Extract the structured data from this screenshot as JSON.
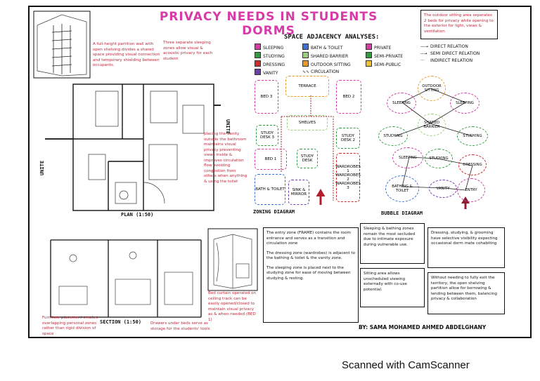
{
  "title": "PRIVACY NEEDS IN STUDENTS DORMS",
  "adjacency_heading": "SPACE ADJACENCY ANALYSES:",
  "legend_spaces": [
    {
      "label": "SLEEPING",
      "color": "#d63ba8"
    },
    {
      "label": "STUDYING",
      "color": "#2e9e3e"
    },
    {
      "label": "DRESSING",
      "color": "#d02a2a"
    },
    {
      "label": "VANITY",
      "color": "#6b3db0"
    },
    {
      "label": "BATH & TOILET",
      "color": "#3b6fd6"
    },
    {
      "label": "SHARED BARRIER",
      "color": "#9bd07a"
    },
    {
      "label": "OUTDOOR SITTING",
      "color": "#e89a24"
    },
    {
      "label": "CIRCULATION",
      "color": "#8a2a2a"
    }
  ],
  "legend_privacy": [
    {
      "label": "PRIVATE",
      "color": "#d63ba8"
    },
    {
      "label": "SEMI-PRIVATE",
      "color": "#2e9e3e"
    },
    {
      "label": "SEMI-PUBLIC",
      "color": "#f2c22b"
    }
  ],
  "legend_relations": [
    "DIRECT RELATION",
    "SEMI DIRECT RELATION",
    "INDIRECT RELATION"
  ],
  "notes": {
    "partition": "A full-height partition wall with open shelving divides a shared space providing visual connection and temporary shielding between occupants.",
    "sleeping_zones": "Three separate sleeping zones allow visual & acoustic privacy for each student",
    "outdoor": "The outdoor sitting area separates 2 beds for privacy while opening to the exterior for light, views & ventilation",
    "vanity": "placing the vanity outside the bathroom maintains visual privacy preventing views inside & improves circulation flow avoiding congestion from others when anything & using the toilet",
    "furniture": "Furniture placement creates overlapping personal zones rather than rigid division of space",
    "drawers": "Drawers under beds serve as storage for the students' tools",
    "curtain": "Bed curtain operated on ceiling track can be easily opened/closed to maintain visual privacy as & when needed (BED 1)",
    "entry": "The entry zone (FRAME) contains the room entrance and serves as a transition and circulation zone",
    "dressing": "The dressing zone (wardrobes) is adjacent to the bathing & toilet & the vanity zone.",
    "sleeping": "The sleeping zone is placed next to the studying zone for ease of moving between studying & resting.",
    "sleep_bath": "Sleeping & bathing zones remain the most secluded due to intimate exposure during vulnerable use.",
    "dressing_study": "Dressing, studying, & grooming have selective visibility expecting occasional dorm mate cohabiting",
    "sitting": "Sitting area allows unscheduled viewing externally with co-use potential.",
    "territory": "Without needing to fully exit the territory, the open shelving partition allow for borrowing & lending between them, balancing privacy & collaboration"
  },
  "labels": {
    "plan": "PLAN (1:50)",
    "section": "SECTION (1:50)",
    "zoning": "ZONING DIAGRAM",
    "bubble": "BUBBLE DIAGRAM",
    "unite_left": "UNITE",
    "unite_right": "UNITE"
  },
  "zoning_zones": [
    "BED 3",
    "TERRACE",
    "BED 2",
    "SHELVES",
    "STUDY DESK 3",
    "STUDY DESK 2",
    "BED 1",
    "STUDY DESK",
    "WARDROBES 1",
    "WARDROBES 2",
    "WARDROBES 3",
    "BATH & TOILET",
    "SINK & MIRROR"
  ],
  "bubbles": [
    "OUTDOOR SITTING",
    "SLEEPING",
    "SLEEPING",
    "SHARED BARRIER",
    "STUDYING",
    "STUDYING",
    "SLEEPING",
    "STUDYING",
    "DRESSING",
    "BATHING & TOILET",
    "VANITY",
    "ENTRY"
  ],
  "credit": "BY: SAMA MOHAMED AHMED ABDELGHANY",
  "footer": "Scanned with CamScanner"
}
